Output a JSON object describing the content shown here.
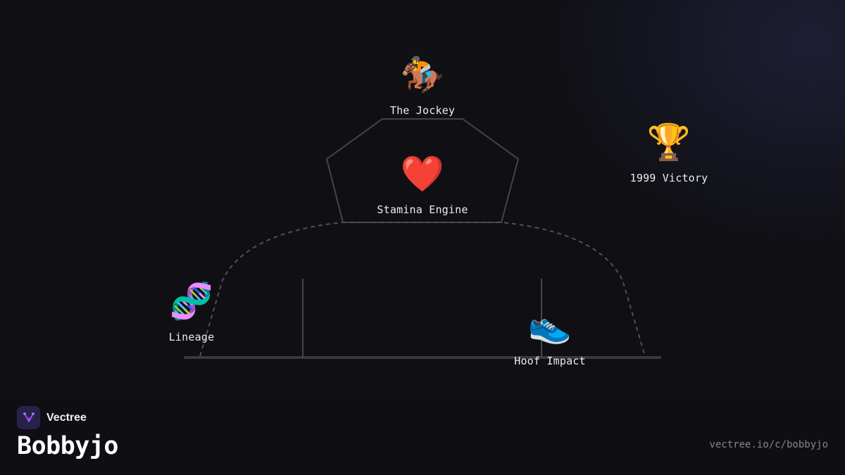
{
  "diagram": {
    "nodes": [
      {
        "id": "jockey",
        "emoji": "🏇",
        "icon": "horse-racing-icon",
        "label": "The Jockey"
      },
      {
        "id": "stamina",
        "emoji": "❤️",
        "icon": "red-heart-icon",
        "label": "Stamina Engine"
      },
      {
        "id": "victory",
        "emoji": "🏆",
        "icon": "trophy-icon",
        "label": "1999 Victory"
      },
      {
        "id": "lineage",
        "emoji": "🧬",
        "icon": "dna-icon",
        "label": "Lineage"
      },
      {
        "id": "hoof",
        "emoji": "👟",
        "icon": "running-shoe-icon",
        "label": "Hoof Impact"
      }
    ],
    "colors": {
      "background": "#0f0f13",
      "outline": "#3a3a3e",
      "dashed": "#4e4e52",
      "text": "#ececf1"
    }
  },
  "branding": {
    "brand_name": "Vectree",
    "title": "Bobbyjo",
    "url": "vectree.io/c/bobbyjo",
    "logo_color": "#b14cff"
  }
}
